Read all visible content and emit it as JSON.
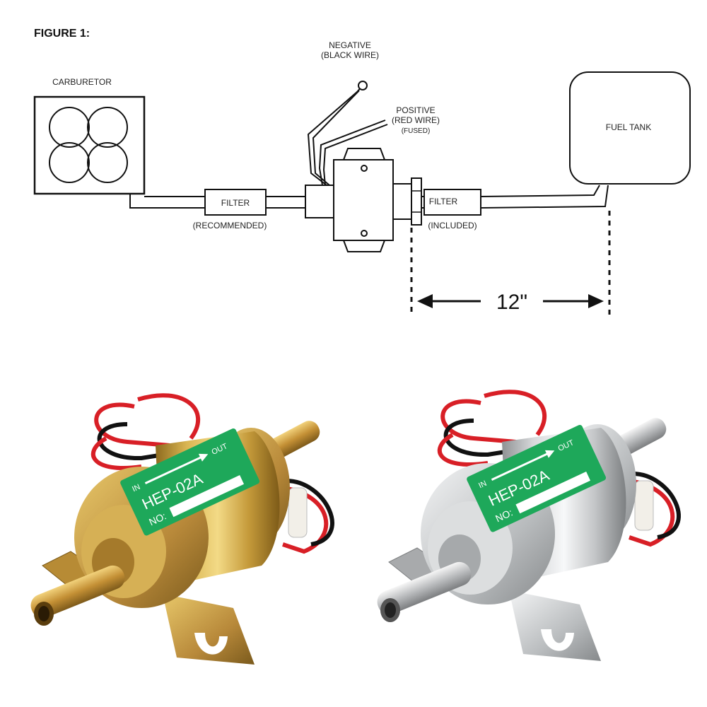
{
  "figure": {
    "title": "FIGURE 1:",
    "carburetor_label": "CARBURETOR",
    "negative": {
      "line1": "NEGATIVE",
      "line2": "(BLACK WIRE)"
    },
    "positive": {
      "line1": "POSITIVE",
      "line2": "(RED WIRE)",
      "line3": "(FUSED)"
    },
    "fuel_tank_label": "FUEL TANK",
    "filter_left": {
      "label": "FILTER",
      "note": "(RECOMMENDED)"
    },
    "filter_right": {
      "label": "FILTER",
      "note": "(INCLUDED)"
    },
    "distance_label": "12\""
  },
  "products": {
    "colors": {
      "gold": "#c9a440",
      "silver": "#d2d4d6",
      "label_green": "#1ea85a",
      "wire_red": "#d81f26",
      "wire_black": "#111111"
    },
    "gold_pump": {
      "direction_in": "IN",
      "direction_out": "OUT",
      "model": "HEP-02A",
      "serial_label": "NO:"
    },
    "silver_pump": {
      "direction_in": "IN",
      "direction_out": "OUT",
      "model": "HEP-02A",
      "serial_label": "NO:"
    }
  }
}
